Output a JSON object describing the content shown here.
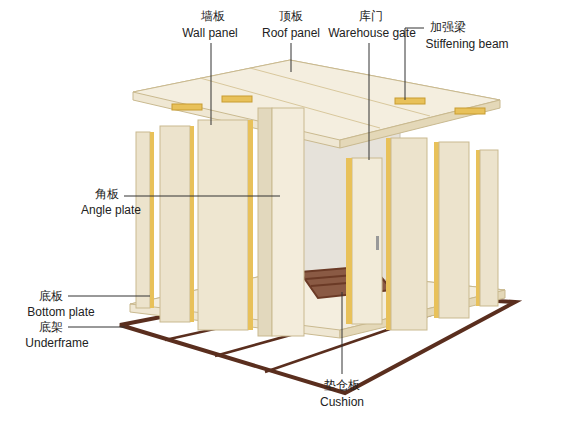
{
  "diagram": {
    "labels": [
      "墙板",
      "Wall panel",
      "顶板",
      "Roof panel",
      "库门",
      "Warehouse gate",
      "加强梁",
      "Stiffening beam",
      "角板",
      "Angle plate",
      "底板",
      "Bottom plate",
      "底架",
      "Underframe",
      "垫仓板",
      "Cushion"
    ]
  }
}
